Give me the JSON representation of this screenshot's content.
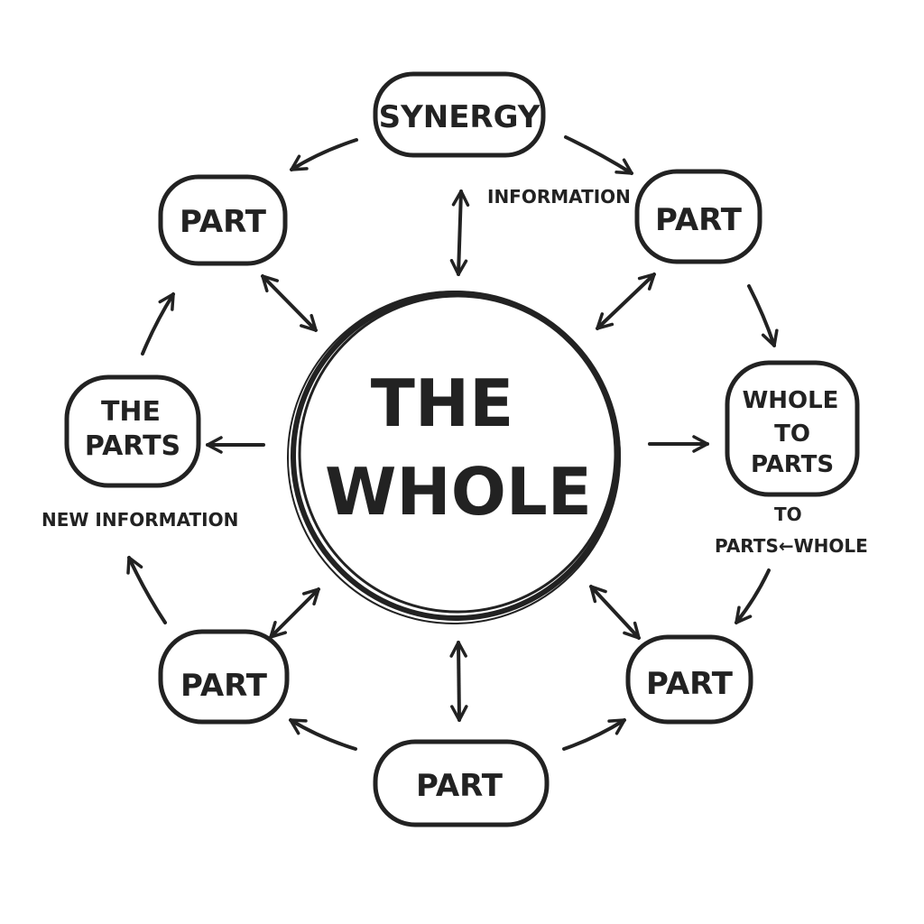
{
  "diagram": {
    "center": {
      "line1": "THE",
      "line2": "WHOLE"
    },
    "nodes": {
      "synergy": "SYNERGY",
      "part_top_left": "PART",
      "part_top_right": "PART",
      "the_parts": {
        "line1": "THE",
        "line2": "PARTS"
      },
      "whole_to_parts": {
        "line1": "WHOLE",
        "line2": "TO",
        "line3": "PARTS"
      },
      "part_bottom_left": "PART",
      "part_bottom": "PART",
      "part_bottom_right": "PART"
    },
    "labels": {
      "information": "INFORMATION",
      "new_information": "NEW INFORMATION",
      "to": "TO",
      "parts_whole": "PARTS←WHOLE"
    }
  }
}
